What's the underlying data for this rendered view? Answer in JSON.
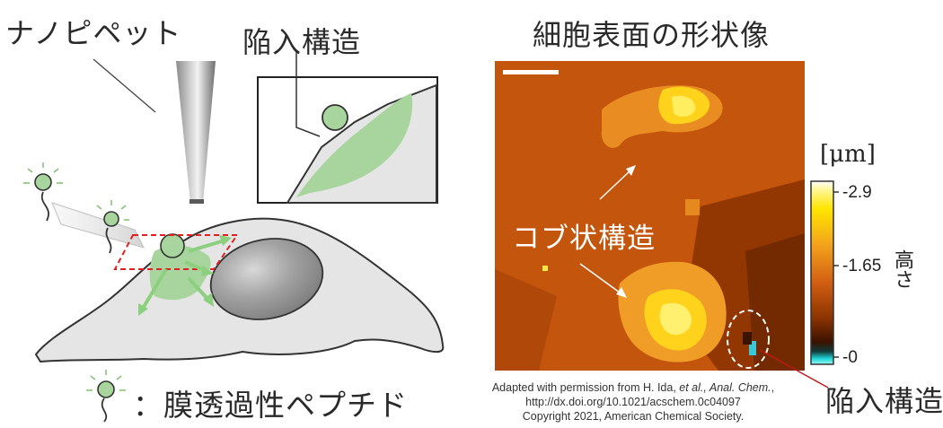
{
  "labels": {
    "nanopipette": "ナノピペット",
    "invagination_inset": "陥入構造",
    "surface_image_title": "細胞表面の形状像",
    "knob_structure": "コブ状構造",
    "invagination_map": "陥入構造",
    "legend": "：膜透過性ペプチド"
  },
  "colorbar": {
    "unit": "[μm]",
    "max": "-2.9",
    "mid": "-1.65",
    "min": "-0",
    "axis_label": "高さ"
  },
  "credit": {
    "line1_prefix": "Adapted with permission from H. Ida, ",
    "line1_italic": "et al., Anal. Chem.",
    "line1_suffix": ",",
    "line2": "http://dx.doi.org/10.1021/acschem.0c04097",
    "line3": "Copyright 2021, American Chemical Society."
  },
  "colors": {
    "peptide_green": "#8fcf7f",
    "cell_gray": "#e5e5e5",
    "nucleus_gray": "#9a9a9a",
    "map_dark": "#7a2e00",
    "map_orange": "#d86a10",
    "map_yellow": "#ffe640",
    "scan_area_red": "#e02020"
  }
}
